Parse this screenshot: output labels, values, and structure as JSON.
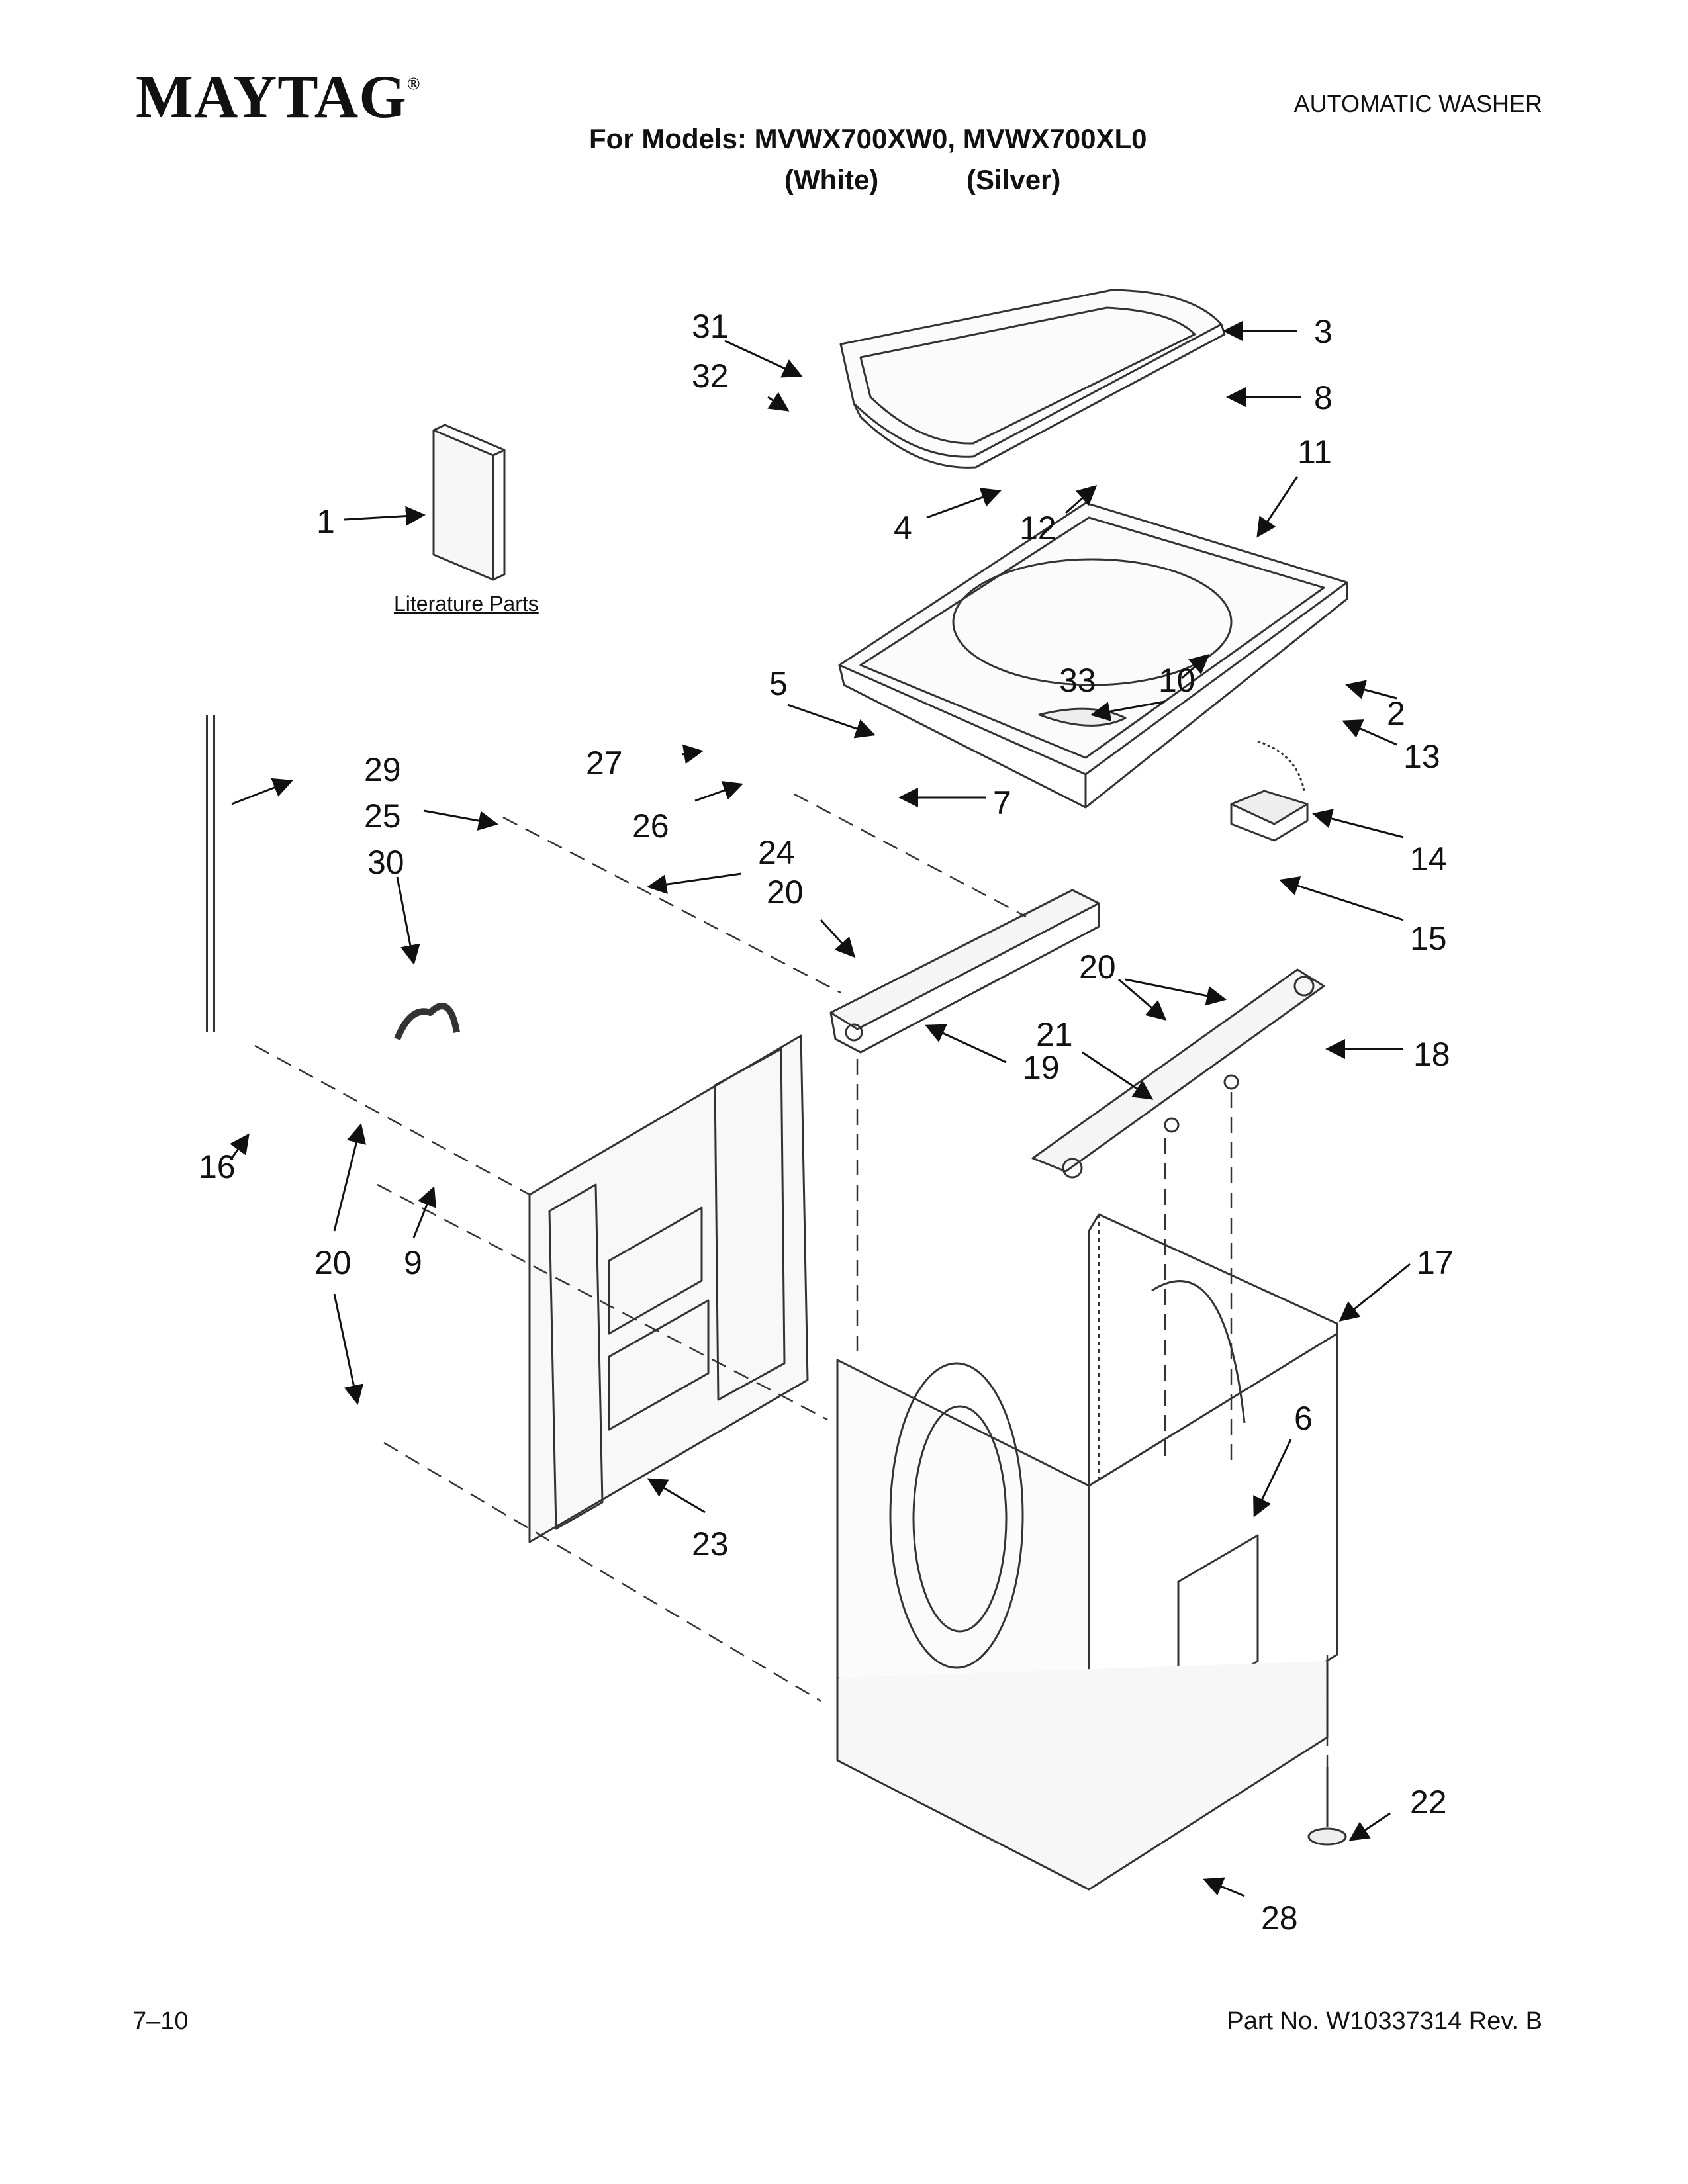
{
  "header": {
    "brand": "MAYTAG",
    "brand_mark": "®",
    "product": "AUTOMATIC WASHER",
    "models_line": "For Models: MVWX700XW0, MVWX700XL0",
    "variant_white": "(White)",
    "variant_silver": "(Silver)"
  },
  "literature_label": "Literature Parts",
  "callouts": {
    "c1": "1",
    "c2": "2",
    "c3": "3",
    "c4": "4",
    "c5": "5",
    "c6": "6",
    "c7": "7",
    "c8": "8",
    "c9": "9",
    "c10": "10",
    "c11": "11",
    "c12": "12",
    "c13": "13",
    "c14": "14",
    "c15": "15",
    "c16": "16",
    "c17": "17",
    "c18": "18",
    "c19": "19",
    "c20a": "20",
    "c20b": "20",
    "c20c": "20",
    "c21": "21",
    "c22": "22",
    "c23": "23",
    "c24": "24",
    "c25": "25",
    "c26": "26",
    "c27": "27",
    "c28": "28",
    "c29": "29",
    "c30": "30",
    "c31": "31",
    "c32": "32",
    "c33": "33"
  },
  "footer": {
    "page_code": "7–10",
    "part_number": "Part No. W10337314 Rev. B"
  }
}
